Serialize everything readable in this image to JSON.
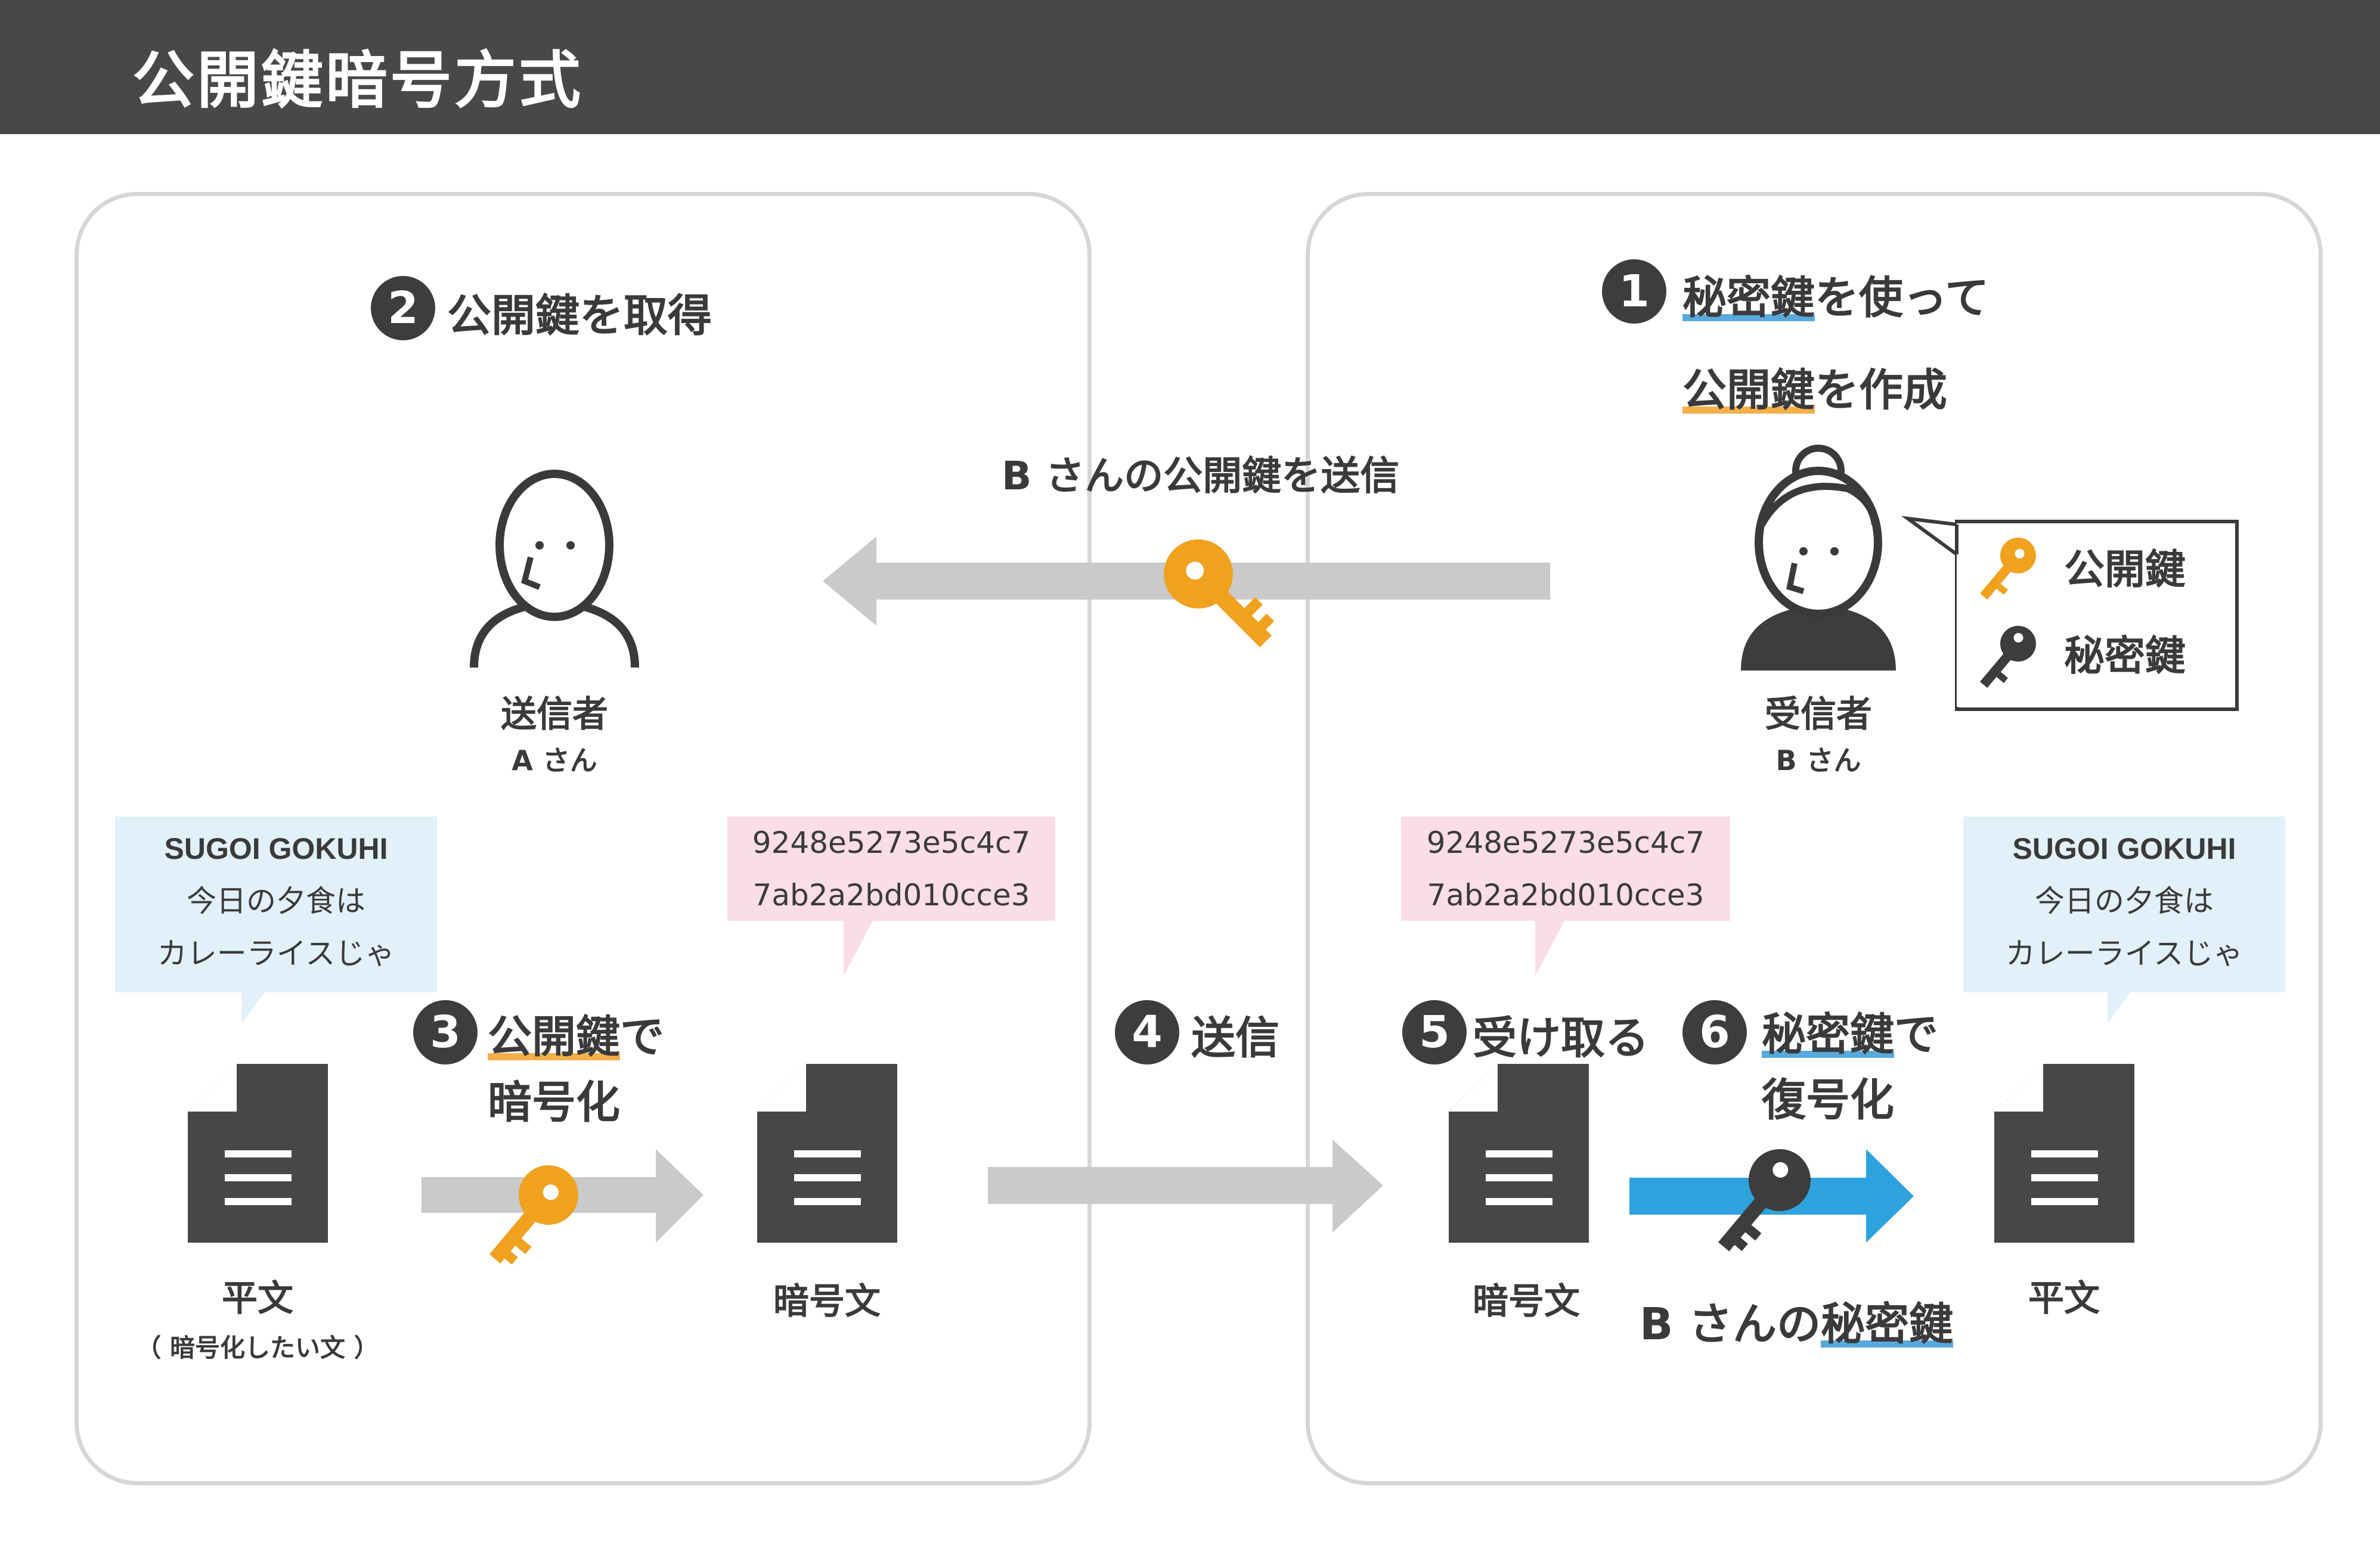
{
  "header": {
    "title": "公開鍵暗号方式"
  },
  "colors": {
    "header_bg": "#484848",
    "panel_border": "#d6d6d6",
    "arrow_gray": "#c9cac9",
    "arrow_blue": "#2ea2dd",
    "public_key": "#f0a21f",
    "private_key": "#3d3d3d",
    "bubble_blue": "#e2f0f9",
    "bubble_pink": "#fadde5"
  },
  "steps": {
    "s1": {
      "num": "1",
      "line1_hl": "秘密鍵",
      "line1_rest": "を使って",
      "line2_hl": "公開鍵",
      "line2_rest": "を作成"
    },
    "s2": {
      "num": "2",
      "title": "公開鍵を取得"
    },
    "s3": {
      "num": "3",
      "line1_hl": "公開鍵",
      "line1_rest": "で",
      "line2": "暗号化"
    },
    "s4": {
      "num": "4",
      "title": "送信"
    },
    "s5": {
      "num": "5",
      "title": "受け取る"
    },
    "s6": {
      "num": "6",
      "line1_hl": "秘密鍵",
      "line1_rest": "で",
      "line2": "復号化"
    }
  },
  "send_key_label": "B さんの公開鍵を送信",
  "sender": {
    "role": "送信者",
    "name": "A さん"
  },
  "receiver": {
    "role": "受信者",
    "name": "B さん"
  },
  "key_legend": {
    "public": "公開鍵",
    "private": "秘密鍵"
  },
  "left_plain_bubble": {
    "line1": "SUGOI GOKUHI",
    "line2": "今日の夕食は",
    "line3": "カレーライスじゃ"
  },
  "left_cipher_bubble": {
    "line1": "9248e5273e5c4c7",
    "line2": "7ab2a2bd010cce3"
  },
  "right_cipher_bubble": {
    "line1": "9248e5273e5c4c7",
    "line2": "7ab2a2bd010cce3"
  },
  "right_plain_bubble": {
    "line1": "SUGOI GOKUHI",
    "line2": "今日の夕食は",
    "line3": "カレーライスじゃ"
  },
  "docs": {
    "left_plain": {
      "label": "平文",
      "note": "（ 暗号化したい文 ）"
    },
    "left_cipher": {
      "label": "暗号文"
    },
    "right_cipher": {
      "label": "暗号文"
    },
    "right_plain": {
      "label": "平文"
    }
  },
  "private_key_caption": {
    "prefix": "B さんの",
    "hl": "秘密鍵"
  }
}
